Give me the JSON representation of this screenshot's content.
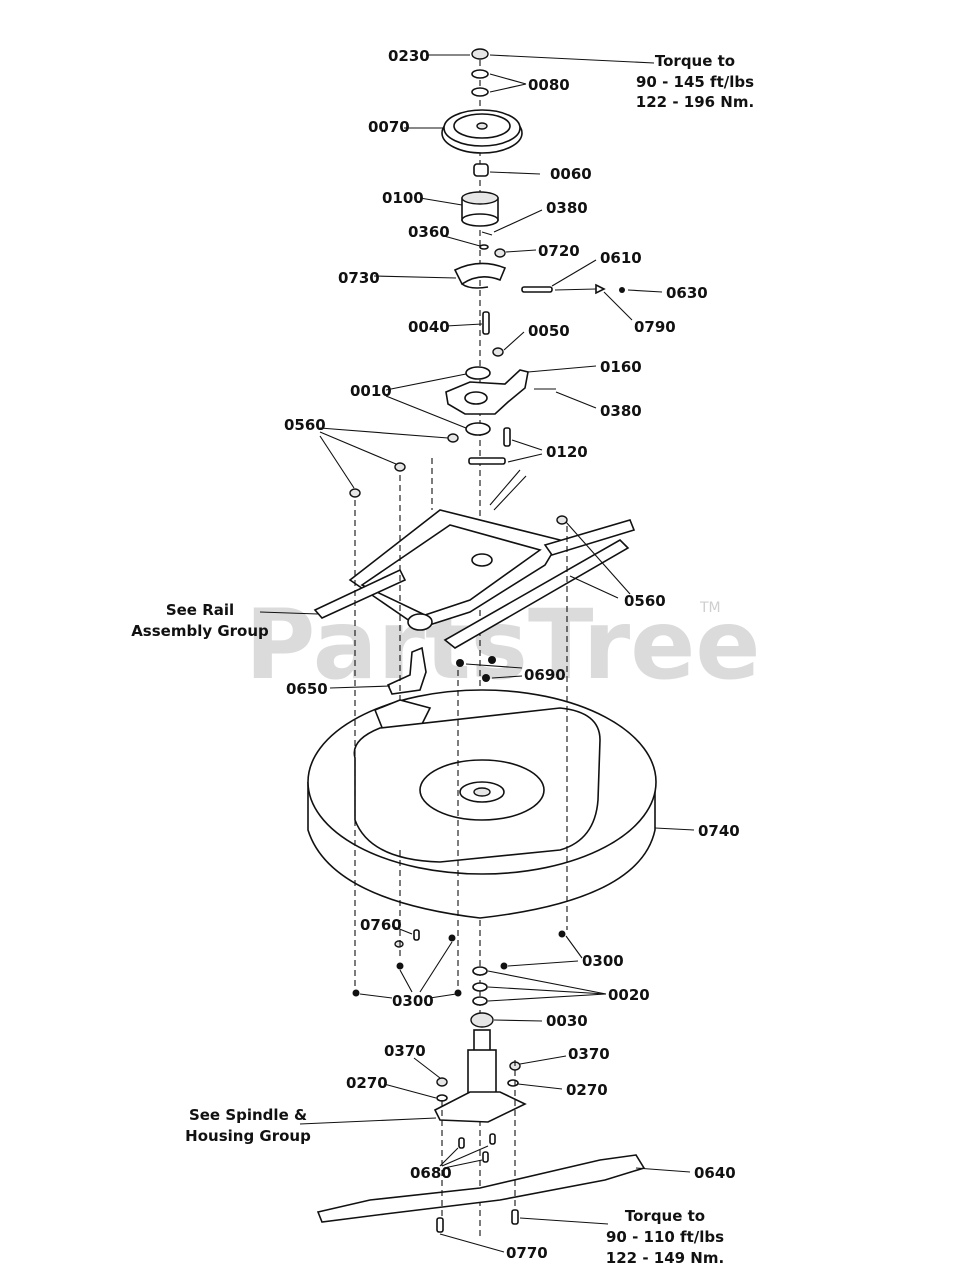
{
  "watermark": {
    "text": "PartsTree",
    "tm": "TM"
  },
  "labels": {
    "p0230": "0230",
    "p0080": "0080",
    "p0070": "0070",
    "p0060": "0060",
    "p0100": "0100",
    "p0380a": "0380",
    "p0360": "0360",
    "p0720": "0720",
    "p0730": "0730",
    "p0610": "0610",
    "p0630": "0630",
    "p0790": "0790",
    "p0040": "0040",
    "p0050": "0050",
    "p0160": "0160",
    "p0010": "0010",
    "p0380b": "0380",
    "p0560a": "0560",
    "p0120": "0120",
    "p0560b": "0560",
    "p0690": "0690",
    "p0650": "0650",
    "p0740": "0740",
    "p0760": "0760",
    "p0300a": "0300",
    "p0300b": "0300",
    "p0020": "0020",
    "p0030": "0030",
    "p0370a": "0370",
    "p0370b": "0370",
    "p0270a": "0270",
    "p0270b": "0270",
    "p0680": "0680",
    "p0640": "0640",
    "p0770": "0770"
  },
  "notes": {
    "torque_top": [
      "Torque to",
      "90 - 145 ft/lbs",
      "122 - 196 Nm."
    ],
    "torque_bottom": [
      "Torque to",
      "90 - 110 ft/lbs",
      "122 - 149 Nm."
    ],
    "rail_ref": [
      "See Rail",
      "Assembly Group"
    ],
    "spindle_ref": [
      "See Spindle &",
      "Housing Group"
    ]
  }
}
